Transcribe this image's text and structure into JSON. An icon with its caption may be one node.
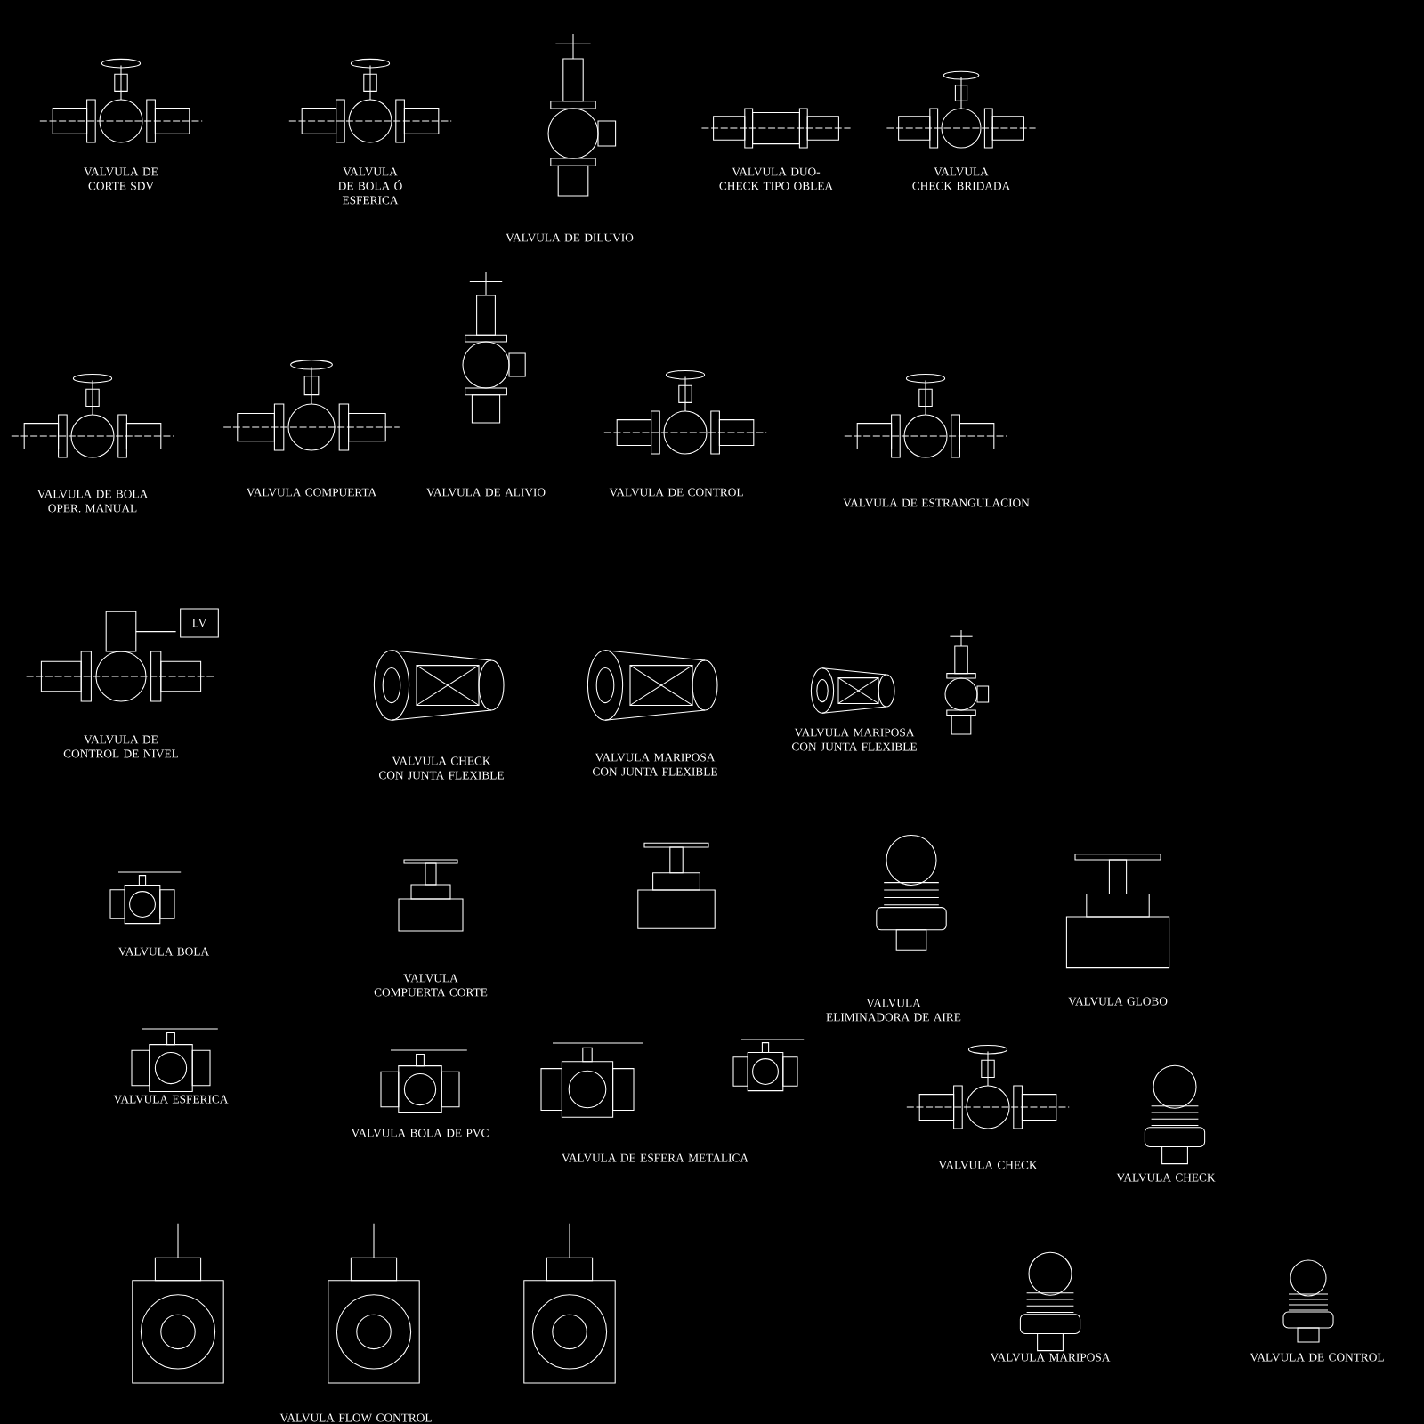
{
  "diagram": {
    "nodes": [
      {
        "text": [
          "LV"
        ]
      }
    ],
    "labels": [
      "VALVULA DE CORTE SDV",
      "VALVULA DE BOLA Ó ESFERICA",
      "VALVULA DE DILUVIO",
      "VALVULA DUO-CHECK TIPO OBLEA",
      "VALVULA CHECK BRIDADA",
      "VALVULA DE BOLA OPER. MANUAL",
      "VALVULA COMPUERTA",
      "VALVULA DE ALIVIO",
      "VALVULA DE CONTROL",
      "VALVULA DE ESTRANGULACION",
      "VALVULA DE CONTROL DE NIVEL",
      "VALVULA CHECK CON JUNTA FLEXIBLE",
      "VALVULA MARIPOSA CON JUNTA FLEXIBLE",
      "VALVULA MARIPOSA CON JUNTA FLEXIBLE",
      "VALVULA BOLA",
      "VALVULA COMPUERTA CORTE",
      "VALVULA ELIMINADORA DE AIRE",
      "VALVULA GLOBO",
      "VALVULA ESFERICA",
      "VALVULA BOLA DE PVC",
      "VALVULA DE ESFERA METALICA",
      "VALVULA CHECK",
      "VALVULA CHECK",
      "VALVULA MARIPOSA",
      "VALVULA DE CONTROL",
      "VALVULA FLOW CONTROL"
    ]
  }
}
